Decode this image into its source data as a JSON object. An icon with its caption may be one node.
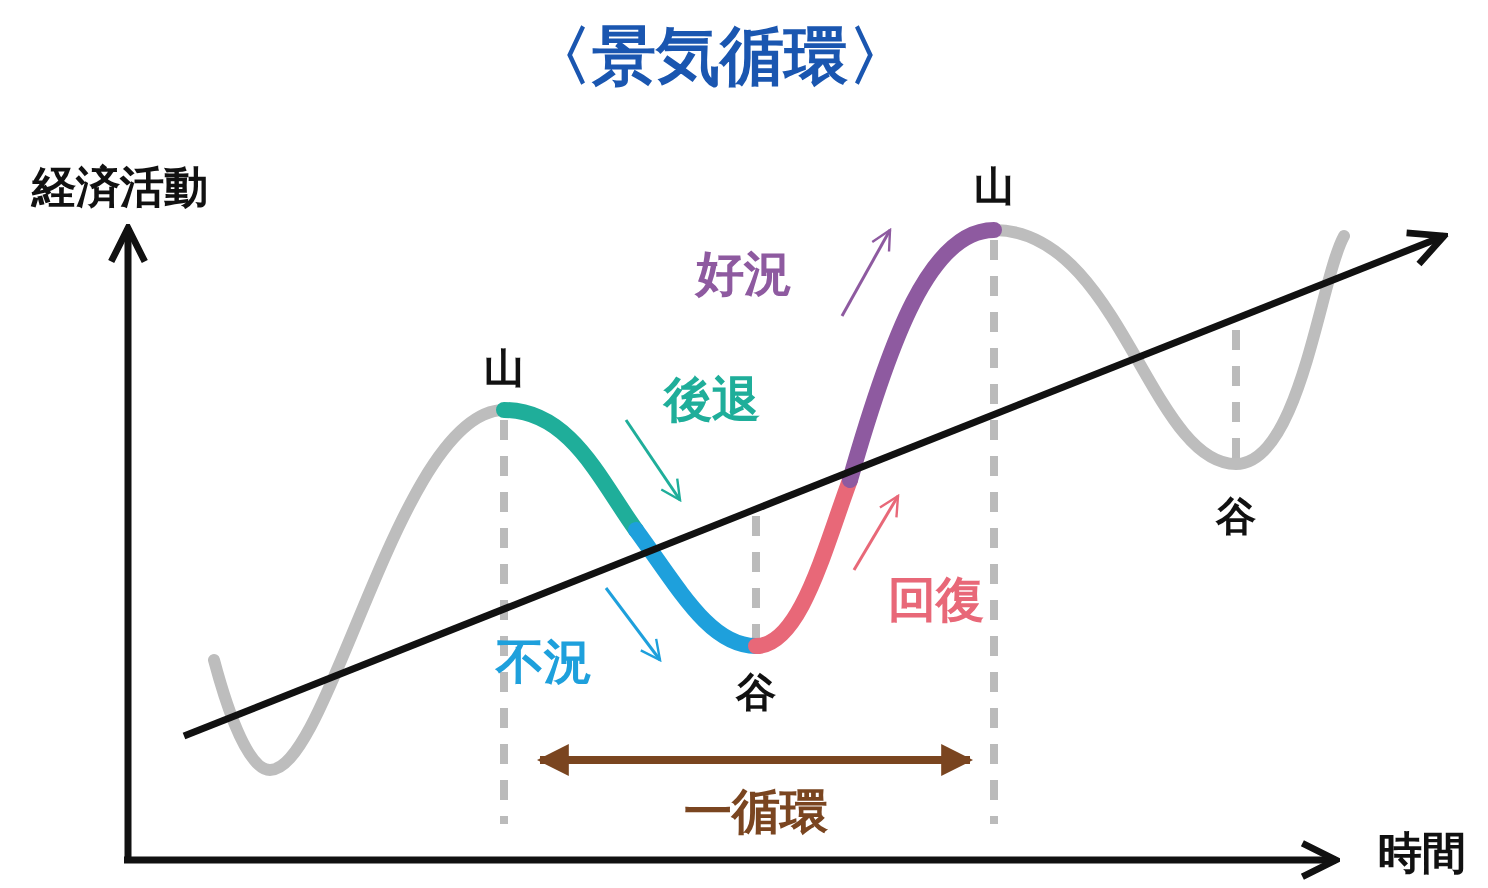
{
  "diagram": {
    "title": "〈景気循環〉",
    "labels": [
      "経済活動",
      "山",
      "好況",
      "山",
      "後退",
      "谷",
      "回復",
      "不況",
      "谷",
      "一循環",
      "時間"
    ]
  }
}
